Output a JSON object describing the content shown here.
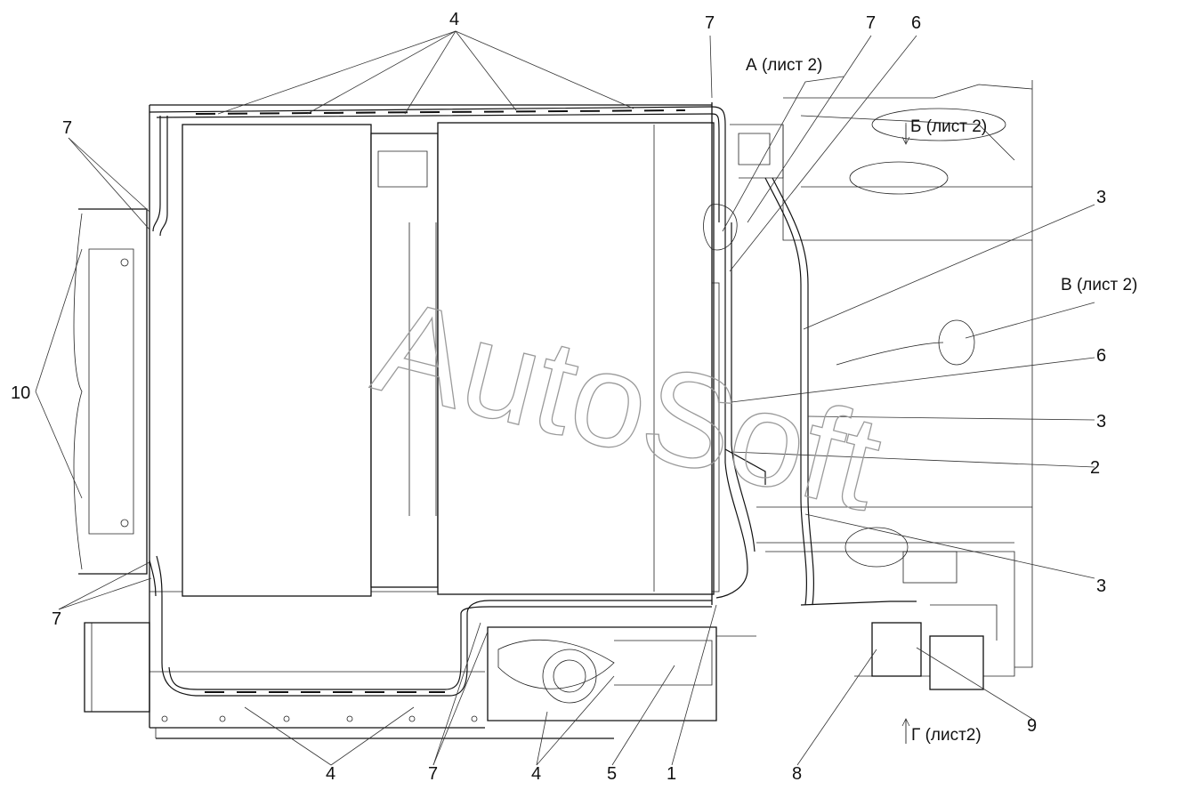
{
  "watermark": "AutoSoft",
  "callouts": {
    "c4_top": "4",
    "c7_top_a": "7",
    "c7_top_b": "7",
    "c6_top": "6",
    "c7_left_top": "7",
    "c3_a": "3",
    "c10": "10",
    "c6_mid": "6",
    "c3_b": "3",
    "c2": "2",
    "c3_c": "3",
    "c7_left_bottom": "7",
    "c9": "9",
    "c4_b1": "4",
    "c7_b": "7",
    "c4_b2": "4",
    "c5": "5",
    "c1": "1",
    "c8": "8"
  },
  "view_refs": {
    "a": "А (лист 2)",
    "b": "Б (лист 2)",
    "v": "В (лист 2)",
    "g": "Г (лист2)"
  }
}
